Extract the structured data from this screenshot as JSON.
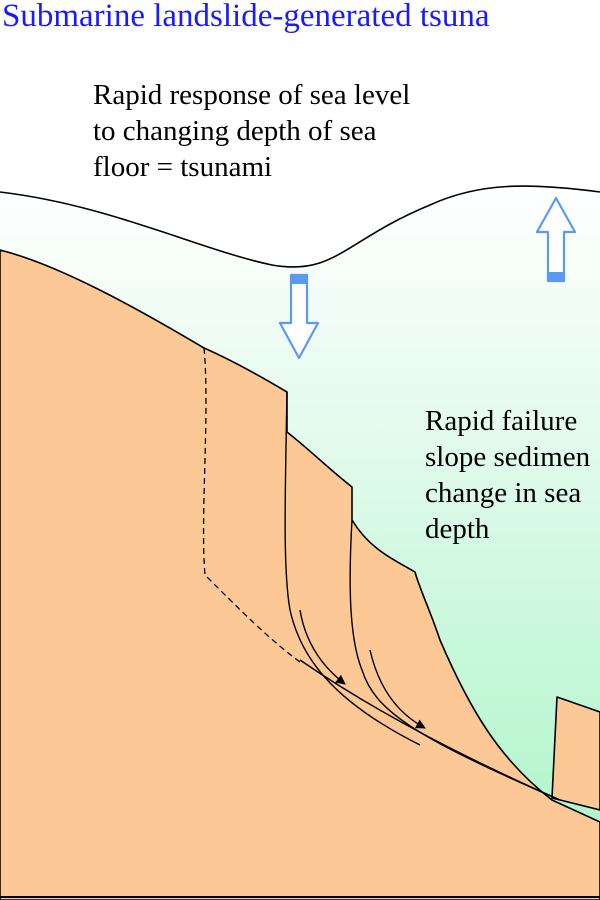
{
  "title": "Submarine landslide-generated tsuna",
  "captions": {
    "sea_level": [
      "Rapid response of sea level",
      "to changing depth of sea",
      "floor = tsunami"
    ],
    "slope_failure": [
      "Rapid failure",
      "slope sedimen",
      "change in sea",
      "depth"
    ]
  },
  "colors": {
    "title": "#1a1aff",
    "sediment": "#fcc996",
    "sea_top": "#ffffff",
    "sea_bottom": "#b3f5cc",
    "arrow_stroke": "#5a9af2",
    "arrow_fill": "#ffffff",
    "line": "#000000"
  },
  "icons": {
    "down_arrow": "sea-level-fall-arrow-icon",
    "up_arrow": "sea-level-rise-arrow-icon",
    "slide_arrow": "slide-direction-arrow-icon"
  }
}
